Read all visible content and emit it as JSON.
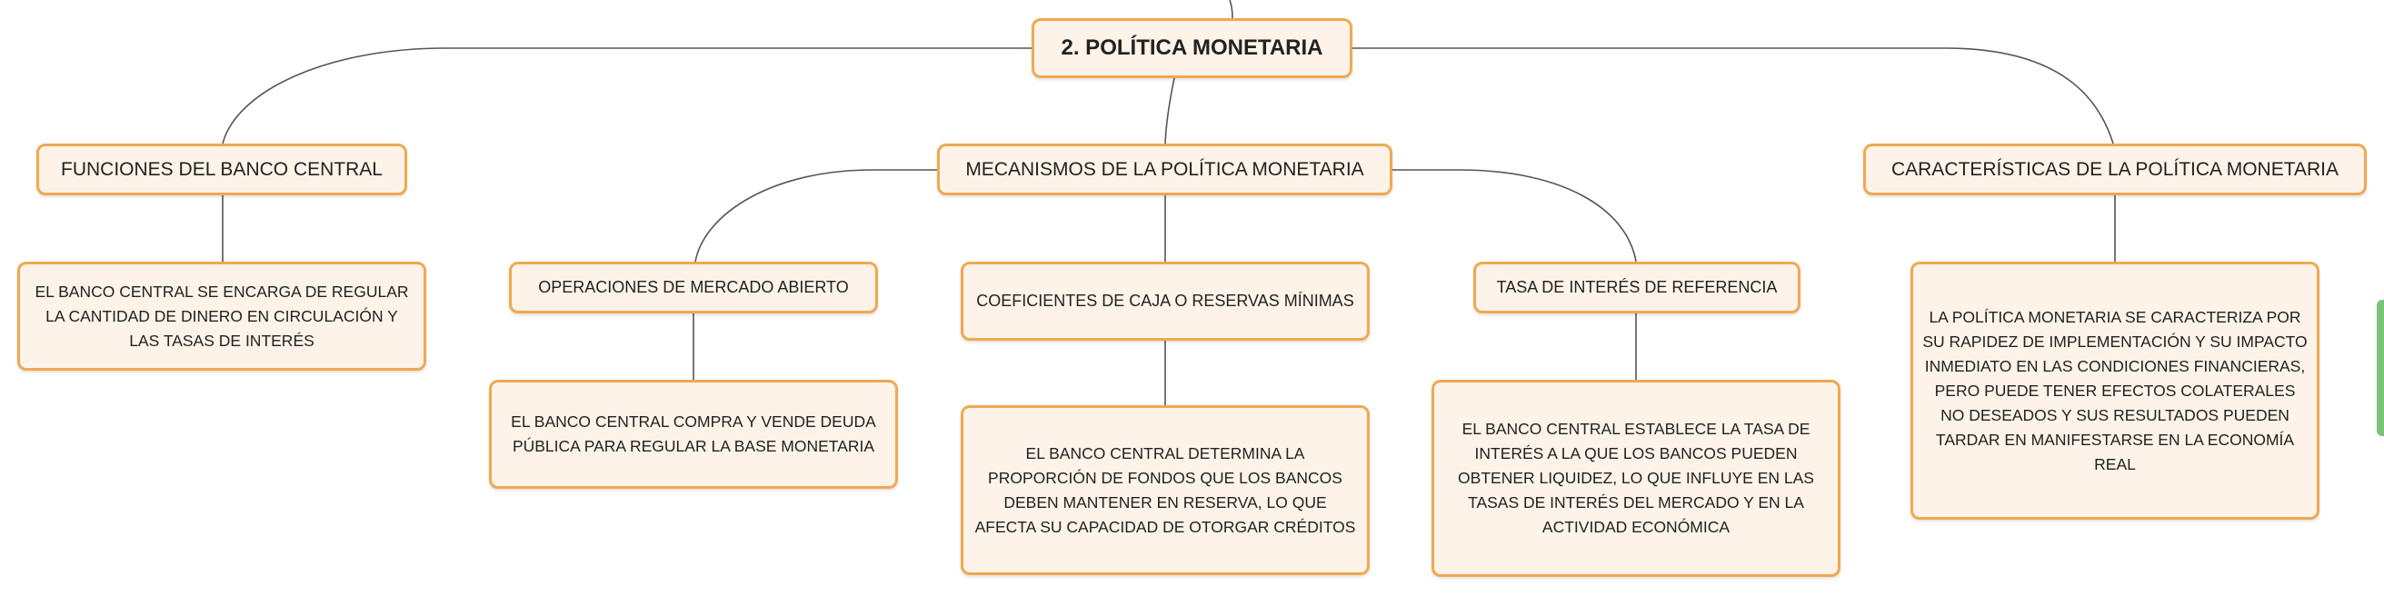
{
  "colors": {
    "node_fill": "#fdf3e8",
    "node_border": "#f0a850",
    "connector": "#555555",
    "edge_accent": "#7cc47a"
  },
  "root": {
    "title": "2. POLÍTICA MONETARIA"
  },
  "branches": {
    "funciones": {
      "title": "FUNCIONES DEL BANCO CENTRAL",
      "description": "EL BANCO CENTRAL SE ENCARGA DE REGULAR LA CANTIDAD DE DINERO EN CIRCULACIÓN Y LAS TASAS DE INTERÉS"
    },
    "mecanismos": {
      "title": "MECANISMOS DE LA POLÍTICA MONETARIA",
      "children": {
        "operaciones": {
          "title": "OPERACIONES DE MERCADO ABIERTO",
          "description": "EL BANCO CENTRAL COMPRA Y VENDE DEUDA PÚBLICA PARA REGULAR LA BASE MONETARIA"
        },
        "coeficientes": {
          "title": "COEFICIENTES DE CAJA O RESERVAS MÍNIMAS",
          "description": "EL BANCO CENTRAL DETERMINA LA PROPORCIÓN DE FONDOS QUE LOS BANCOS DEBEN MANTENER EN RESERVA, LO QUE AFECTA SU CAPACIDAD DE OTORGAR CRÉDITOS"
        },
        "tasa": {
          "title": "TASA DE INTERÉS DE REFERENCIA",
          "description": "EL BANCO CENTRAL ESTABLECE LA TASA DE INTERÉS A LA QUE LOS BANCOS PUEDEN OBTENER LIQUIDEZ, LO QUE INFLUYE EN LAS TASAS DE INTERÉS DEL MERCADO Y EN LA ACTIVIDAD ECONÓMICA"
        }
      }
    },
    "caracteristicas": {
      "title": "CARACTERÍSTICAS DE LA POLÍTICA MONETARIA",
      "description": "LA POLÍTICA MONETARIA SE CARACTERIZA POR SU RAPIDEZ DE IMPLEMENTACIÓN Y SU IMPACTO INMEDIATO EN LAS CONDICIONES FINANCIERAS, PERO PUEDE TENER EFECTOS COLATERALES NO DESEADOS Y SUS RESULTADOS PUEDEN TARDAR EN MANIFESTARSE EN LA ECONOMÍA REAL"
    }
  }
}
